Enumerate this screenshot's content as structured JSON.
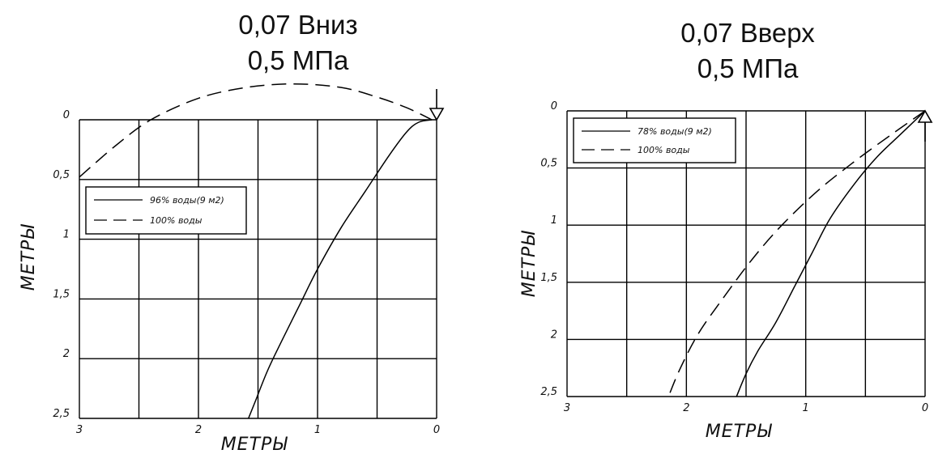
{
  "chart_data": [
    {
      "type": "line",
      "title_lines": [
        "0,07 Вниз",
        "0,5 МПа"
      ],
      "xlabel": "МЕТРЫ",
      "ylabel": "МЕТРЫ",
      "xlim": [
        3,
        0
      ],
      "ylim": [
        0,
        2.5
      ],
      "grid": true,
      "x_ticks": [
        "3",
        "2",
        "1",
        "0"
      ],
      "y_ticks": [
        "0",
        "0,5",
        "1",
        "1,5",
        "2",
        "2,5"
      ],
      "legend_position": "middle-left",
      "marker": "arrow-down",
      "series": [
        {
          "name": "96% воды(9 м2)",
          "style": "solid",
          "x": [
            0.04,
            0.15,
            0.25,
            0.4,
            0.6,
            0.8,
            1.0,
            1.15,
            1.3,
            1.42,
            1.52,
            1.58
          ],
          "y": [
            0.0,
            0.02,
            0.1,
            0.3,
            0.6,
            0.9,
            1.25,
            1.55,
            1.85,
            2.1,
            2.35,
            2.5
          ]
        },
        {
          "name": "100% воды",
          "style": "dashed",
          "x": [
            3.0,
            2.7,
            2.4,
            2.0,
            1.6,
            1.2,
            0.8,
            0.5,
            0.25,
            0.04
          ],
          "y": [
            0.48,
            0.22,
            0.0,
            -0.18,
            -0.27,
            -0.3,
            -0.27,
            -0.19,
            -0.1,
            0.0
          ]
        }
      ]
    },
    {
      "type": "line",
      "title_lines": [
        "0,07 Вверх",
        "0,5 МПа"
      ],
      "xlabel": "МЕТРЫ",
      "ylabel": "МЕТРЫ",
      "xlim": [
        3,
        0
      ],
      "ylim": [
        0,
        2.5
      ],
      "grid": true,
      "x_ticks": [
        "3",
        "2",
        "1",
        "0"
      ],
      "y_ticks": [
        "0",
        "0,5",
        "1",
        "1,5",
        "2",
        "2,5"
      ],
      "legend_position": "top-left",
      "marker": "arrow-up",
      "series": [
        {
          "name": "78% воды(9 м2)",
          "style": "solid",
          "x": [
            0.0,
            0.2,
            0.4,
            0.6,
            0.8,
            0.95,
            1.1,
            1.25,
            1.4,
            1.5,
            1.58
          ],
          "y": [
            0.0,
            0.2,
            0.4,
            0.65,
            0.95,
            1.25,
            1.55,
            1.85,
            2.1,
            2.3,
            2.5
          ]
        },
        {
          "name": "100% воды",
          "style": "dashed",
          "x": [
            0.0,
            0.3,
            0.6,
            0.9,
            1.2,
            1.45,
            1.7,
            1.9,
            2.05,
            2.15
          ],
          "y": [
            0.0,
            0.22,
            0.45,
            0.7,
            1.0,
            1.3,
            1.65,
            1.95,
            2.25,
            2.5
          ]
        }
      ]
    }
  ]
}
